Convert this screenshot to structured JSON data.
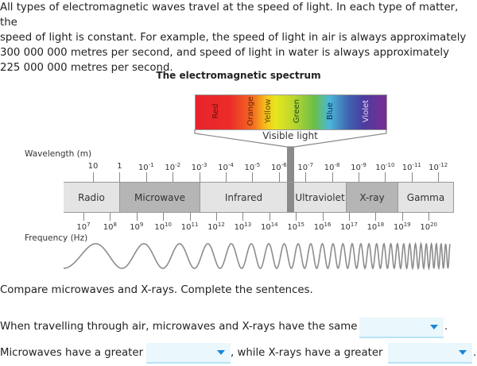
{
  "intro": {
    "lines": [
      "All types of electromagnetic waves travel at the speed of light. In each type of matter, the",
      "speed of light is constant. For example, the speed of light in air is always approximately",
      "300 000 000 metres per second, and speed of light in water is always approximately",
      "225 000 000 metres per second."
    ]
  },
  "figure": {
    "title": "The electromagnetic spectrum",
    "visible_light": {
      "caption": "Visible light",
      "colors": [
        "Red",
        "Orange",
        "Yellow",
        "Green",
        "Blue",
        "Violet"
      ]
    },
    "wavelength_axis": {
      "label": "Wavelength (m)",
      "ticks": [
        {
          "base": "10",
          "exp": ""
        },
        {
          "base": "1",
          "exp": ""
        },
        {
          "base": "10",
          "exp": "-1"
        },
        {
          "base": "10",
          "exp": "-2"
        },
        {
          "base": "10",
          "exp": "-3"
        },
        {
          "base": "10",
          "exp": "-4"
        },
        {
          "base": "10",
          "exp": "-5"
        },
        {
          "base": "10",
          "exp": "-6"
        },
        {
          "base": "10",
          "exp": "-7"
        },
        {
          "base": "10",
          "exp": "-8"
        },
        {
          "base": "10",
          "exp": "-9"
        },
        {
          "base": "10",
          "exp": "-10"
        },
        {
          "base": "10",
          "exp": "-11"
        },
        {
          "base": "10",
          "exp": "-12"
        }
      ]
    },
    "frequency_axis": {
      "label": "Frequency (Hz)",
      "ticks": [
        {
          "base": "10",
          "exp": "7"
        },
        {
          "base": "10",
          "exp": "8"
        },
        {
          "base": "10",
          "exp": "9"
        },
        {
          "base": "10",
          "exp": "10"
        },
        {
          "base": "10",
          "exp": "11"
        },
        {
          "base": "10",
          "exp": "12"
        },
        {
          "base": "10",
          "exp": "13"
        },
        {
          "base": "10",
          "exp": "14"
        },
        {
          "base": "10",
          "exp": "15"
        },
        {
          "base": "10",
          "exp": "16"
        },
        {
          "base": "10",
          "exp": "17"
        },
        {
          "base": "10",
          "exp": "18"
        },
        {
          "base": "10",
          "exp": "19"
        },
        {
          "base": "10",
          "exp": "20"
        }
      ]
    },
    "bands": [
      {
        "name": "Radio",
        "shade": "light"
      },
      {
        "name": "Microwave",
        "shade": "dark"
      },
      {
        "name": "Infrared",
        "shade": "light"
      },
      {
        "name": "Ultraviolet",
        "shade": "light"
      },
      {
        "name": "X-ray",
        "shade": "dark"
      },
      {
        "name": "Gamma",
        "shade": "light"
      }
    ]
  },
  "questions": {
    "prompt": "Compare microwaves and X-rays. Complete the sentences.",
    "sentence1_pre": "When travelling through air, microwaves and X-rays have the same",
    "sentence1_post": ".",
    "sentence2_pre": "Microwaves have a greater",
    "sentence2_mid": ", while X-rays have a greater",
    "sentence2_post": ".",
    "dropdown1_value": "",
    "dropdown2_value": "",
    "dropdown3_value": ""
  },
  "colors": {
    "dropdown_bg": "#eaf7fd",
    "dropdown_border": "#b6e3f5",
    "dropdown_arrow": "#1a86d6"
  }
}
